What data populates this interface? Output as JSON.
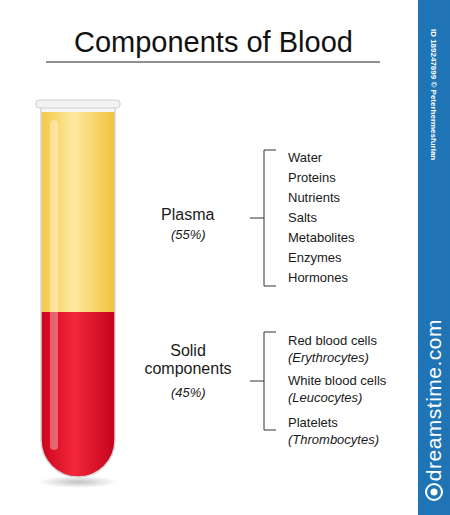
{
  "diagram": {
    "title": "Components of Blood",
    "labels": [
      "Plasma",
      "(55%)",
      "Water",
      "Proteins",
      "Nutrients",
      "Salts",
      "Metabolites",
      "Enzymes",
      "Hormones",
      "Solid components",
      "(45%)",
      "Red blood cells",
      "(Erythrocytes)",
      "White blood cells",
      "(Leucocytes)",
      "Platelets",
      "(Thrombocytes)",
      "ID 189247899 © Peterhermesfurian",
      "dreamstime.com"
    ]
  }
}
